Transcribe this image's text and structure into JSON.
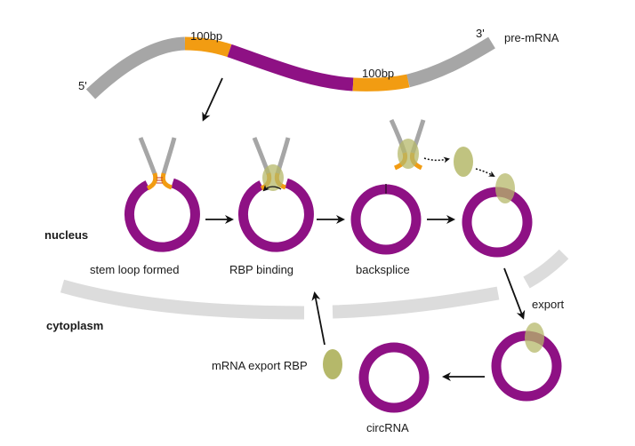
{
  "colors": {
    "flank": "#a6a6a6",
    "repeat": "#f29c12",
    "exon": "#8e1184",
    "rbp": "#b5b86a",
    "membrane": "#dcdcdc",
    "arrow": "#111111",
    "overlap": "#9a5a3a"
  },
  "premrna": {
    "label": "pre-mRNA",
    "five_prime": "5'",
    "three_prime": "3'",
    "repeat_left_label": "100bp",
    "repeat_right_label": "100bp"
  },
  "compartments": {
    "nucleus": "nucleus",
    "cytoplasm": "cytoplasm"
  },
  "steps": [
    {
      "label": "stem loop formed"
    },
    {
      "label": "RBP binding"
    },
    {
      "label": "backsplice"
    },
    {
      "label": "export"
    },
    {
      "label": "circRNA"
    }
  ],
  "rbp_label": "mRNA export RBP"
}
